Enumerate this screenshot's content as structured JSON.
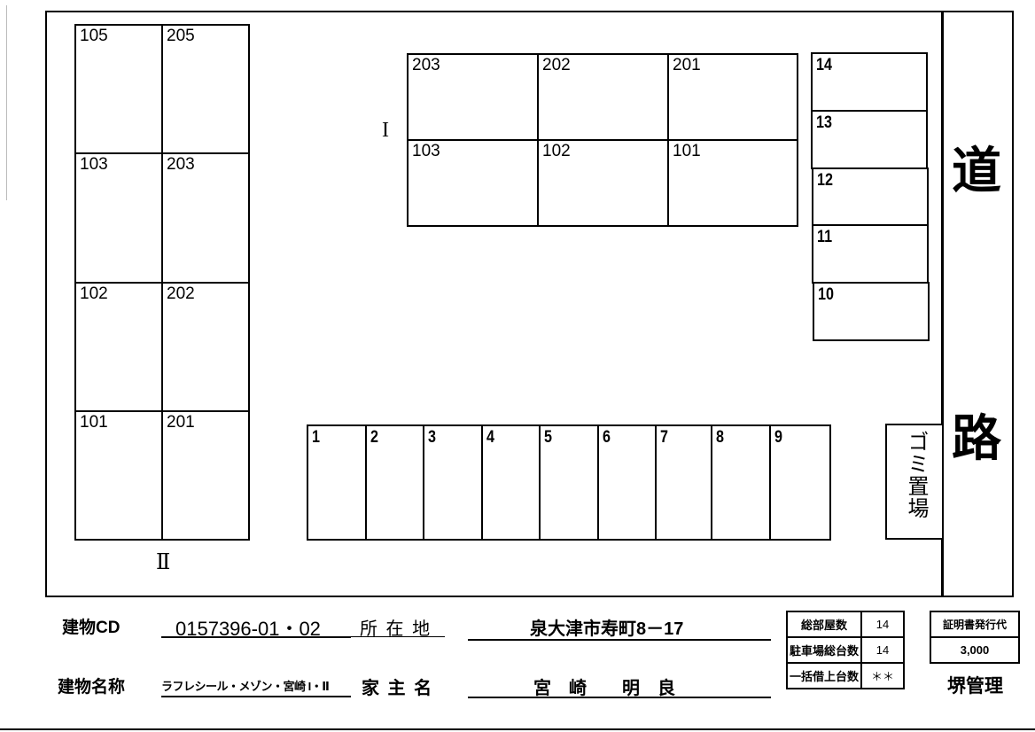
{
  "left_margin_mark": "",
  "site": {
    "building_II": {
      "label": "Ⅱ",
      "rooms": [
        [
          "105",
          "205"
        ],
        [
          "103",
          "203"
        ],
        [
          "102",
          "202"
        ],
        [
          "101",
          "201"
        ]
      ]
    },
    "building_I": {
      "label": "I",
      "rooms": [
        [
          "203",
          "202",
          "201"
        ],
        [
          "103",
          "102",
          "101"
        ]
      ]
    },
    "parking_vertical": [
      "14",
      "13",
      "12",
      "11",
      "10"
    ],
    "parking_horizontal": [
      "1",
      "2",
      "3",
      "4",
      "5",
      "6",
      "7",
      "8",
      "9"
    ],
    "garbage_area": "ゴミ置場",
    "road": [
      "道",
      "路"
    ]
  },
  "footer": {
    "building_cd_label": "建物CD",
    "building_cd_value": "0157396-01・02",
    "location_label": "所 在 地",
    "location_value": "泉大津市寿町8－17",
    "building_name_label": "建物名称",
    "building_name_value": "ラフレシール・メゾン・宮崎 I・Ⅱ",
    "owner_label": "家 主 名",
    "owner_value": "宮　崎　　明　良",
    "stats": [
      {
        "label": "総部屋数",
        "value": "14"
      },
      {
        "label": "駐車場総台数",
        "value": "14"
      },
      {
        "label": "一括借上台数",
        "value": "＊＊"
      }
    ],
    "certificate_fee_label": "証明書発行代",
    "certificate_fee_value": "3,000",
    "management": "堺管理"
  }
}
